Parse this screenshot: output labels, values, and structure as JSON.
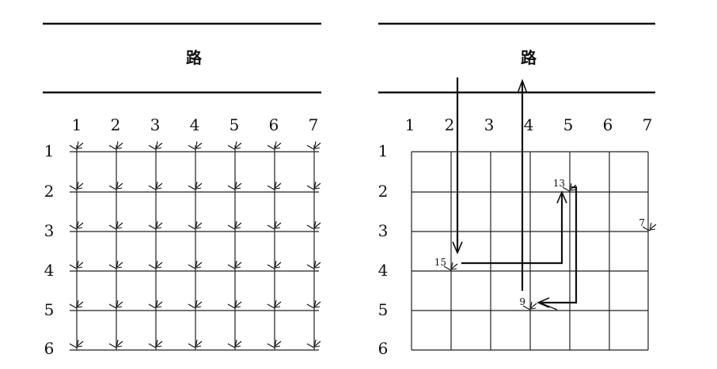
{
  "left_panel": {
    "road_label": "路",
    "col_labels": [
      "1",
      "2",
      "3",
      "4",
      "5",
      "6",
      "7"
    ],
    "row_labels": [
      "1",
      "2",
      "3",
      "4",
      "5",
      "6"
    ]
  },
  "right_panel": {
    "road_label": "路",
    "col_labels": [
      "1",
      "2",
      "3",
      "4",
      "5",
      "6",
      "7"
    ],
    "row_labels": [
      "1",
      "2",
      "3",
      "4",
      "5",
      "6"
    ],
    "plants": [
      {
        "label": "13",
        "col": 5,
        "row": 2
      },
      {
        "label": "7",
        "col": 7,
        "row": 3
      },
      {
        "label": "15",
        "col": 2,
        "row": 4
      },
      {
        "label": "9",
        "col": 4,
        "row": 5
      }
    ]
  }
}
